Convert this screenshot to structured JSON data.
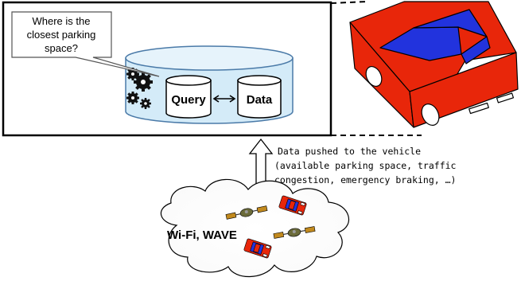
{
  "diagram": {
    "callout": [
      "Where is the",
      "closest parking",
      "space?"
    ],
    "query_label": "Query",
    "data_label": "Data",
    "push_lines": [
      "Data pushed to the vehicle",
      "(available parking space, traffic",
      "congestion, emergency braking, …)"
    ],
    "cloud_label": "Wi-Fi, WAVE"
  },
  "colors": {
    "car_body": "#e8260a",
    "car_window": "#2233dd",
    "db_fill": "#d4ebf8",
    "db_stroke": "#4a7aa8",
    "cylinder_fill": "#ffffff",
    "satellite_body": "#6b6b3a",
    "satellite_panel": "#c28a1e"
  },
  "icons": [
    "gears-icon",
    "satellite-icon",
    "car-icon"
  ]
}
